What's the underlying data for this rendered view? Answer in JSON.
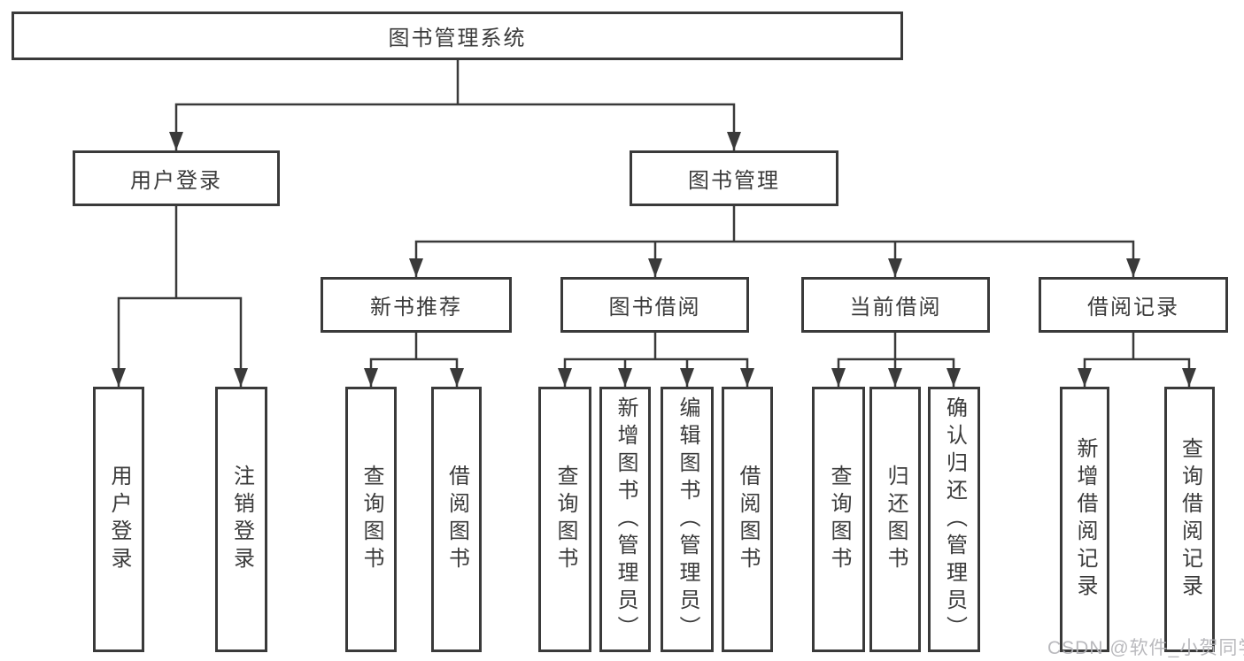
{
  "diagram": {
    "nodes": {
      "root": "图书管理系统",
      "user_login": "用户登录",
      "book_management": "图书管理",
      "new_book_recommend": "新书推荐",
      "book_borrowing": "图书借阅",
      "current_borrowing": "当前借阅",
      "borrowing_records": "借阅记录"
    },
    "leaves": {
      "user_login": [
        "用户登录",
        "注销登录"
      ],
      "new_book_recommend": [
        "查询图书",
        "借阅图书"
      ],
      "book_borrowing": [
        "查询图书",
        "新增图书（管理员）",
        "编辑图书（管理员）",
        "借阅图书"
      ],
      "current_borrowing": [
        "查询图书",
        "归还图书",
        "确认归还（管理员）"
      ],
      "borrowing_records": [
        "新增借阅记录",
        "查询借阅记录"
      ]
    },
    "colors": {
      "line": "#3a3a3a",
      "text": "#3b3b3b",
      "box_background": "#ffffff",
      "watermark": "#b4b4b8"
    }
  },
  "watermark": {
    "text": "CSDN @软件_小贺同学"
  }
}
